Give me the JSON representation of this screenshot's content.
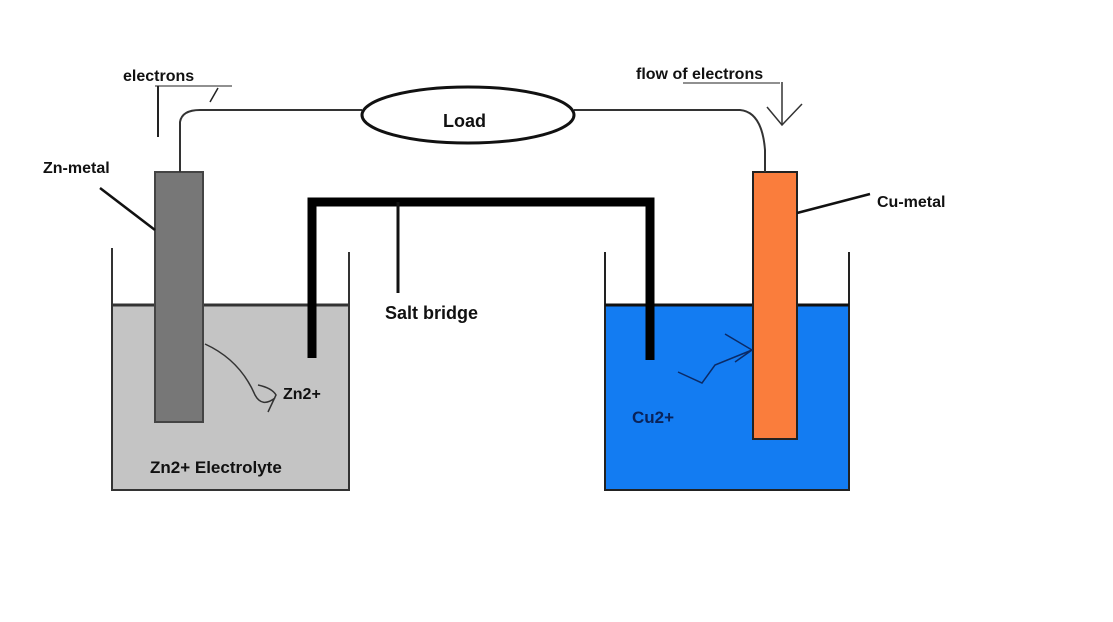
{
  "diagram": {
    "title": "Galvanic (Daniell) cell",
    "labels": {
      "electrons": "electrons",
      "flow_of_electrons": "flow of electrons",
      "load": "Load",
      "zn_metal": "Zn-metal",
      "cu_metal": "Cu-metal",
      "salt_bridge": "Salt bridge",
      "zn_ion": "Zn2+",
      "zn_electrolyte": "Zn2+ Electrolyte",
      "cu_ion": "Cu2+"
    },
    "colors": {
      "zn_electrode": "#777777",
      "zn_solution": "#c4c4c4",
      "cu_electrode": "#fa7d3c",
      "cu_solution": "#137cf2",
      "salt_bridge": "#000000",
      "wire": "#222222"
    }
  }
}
